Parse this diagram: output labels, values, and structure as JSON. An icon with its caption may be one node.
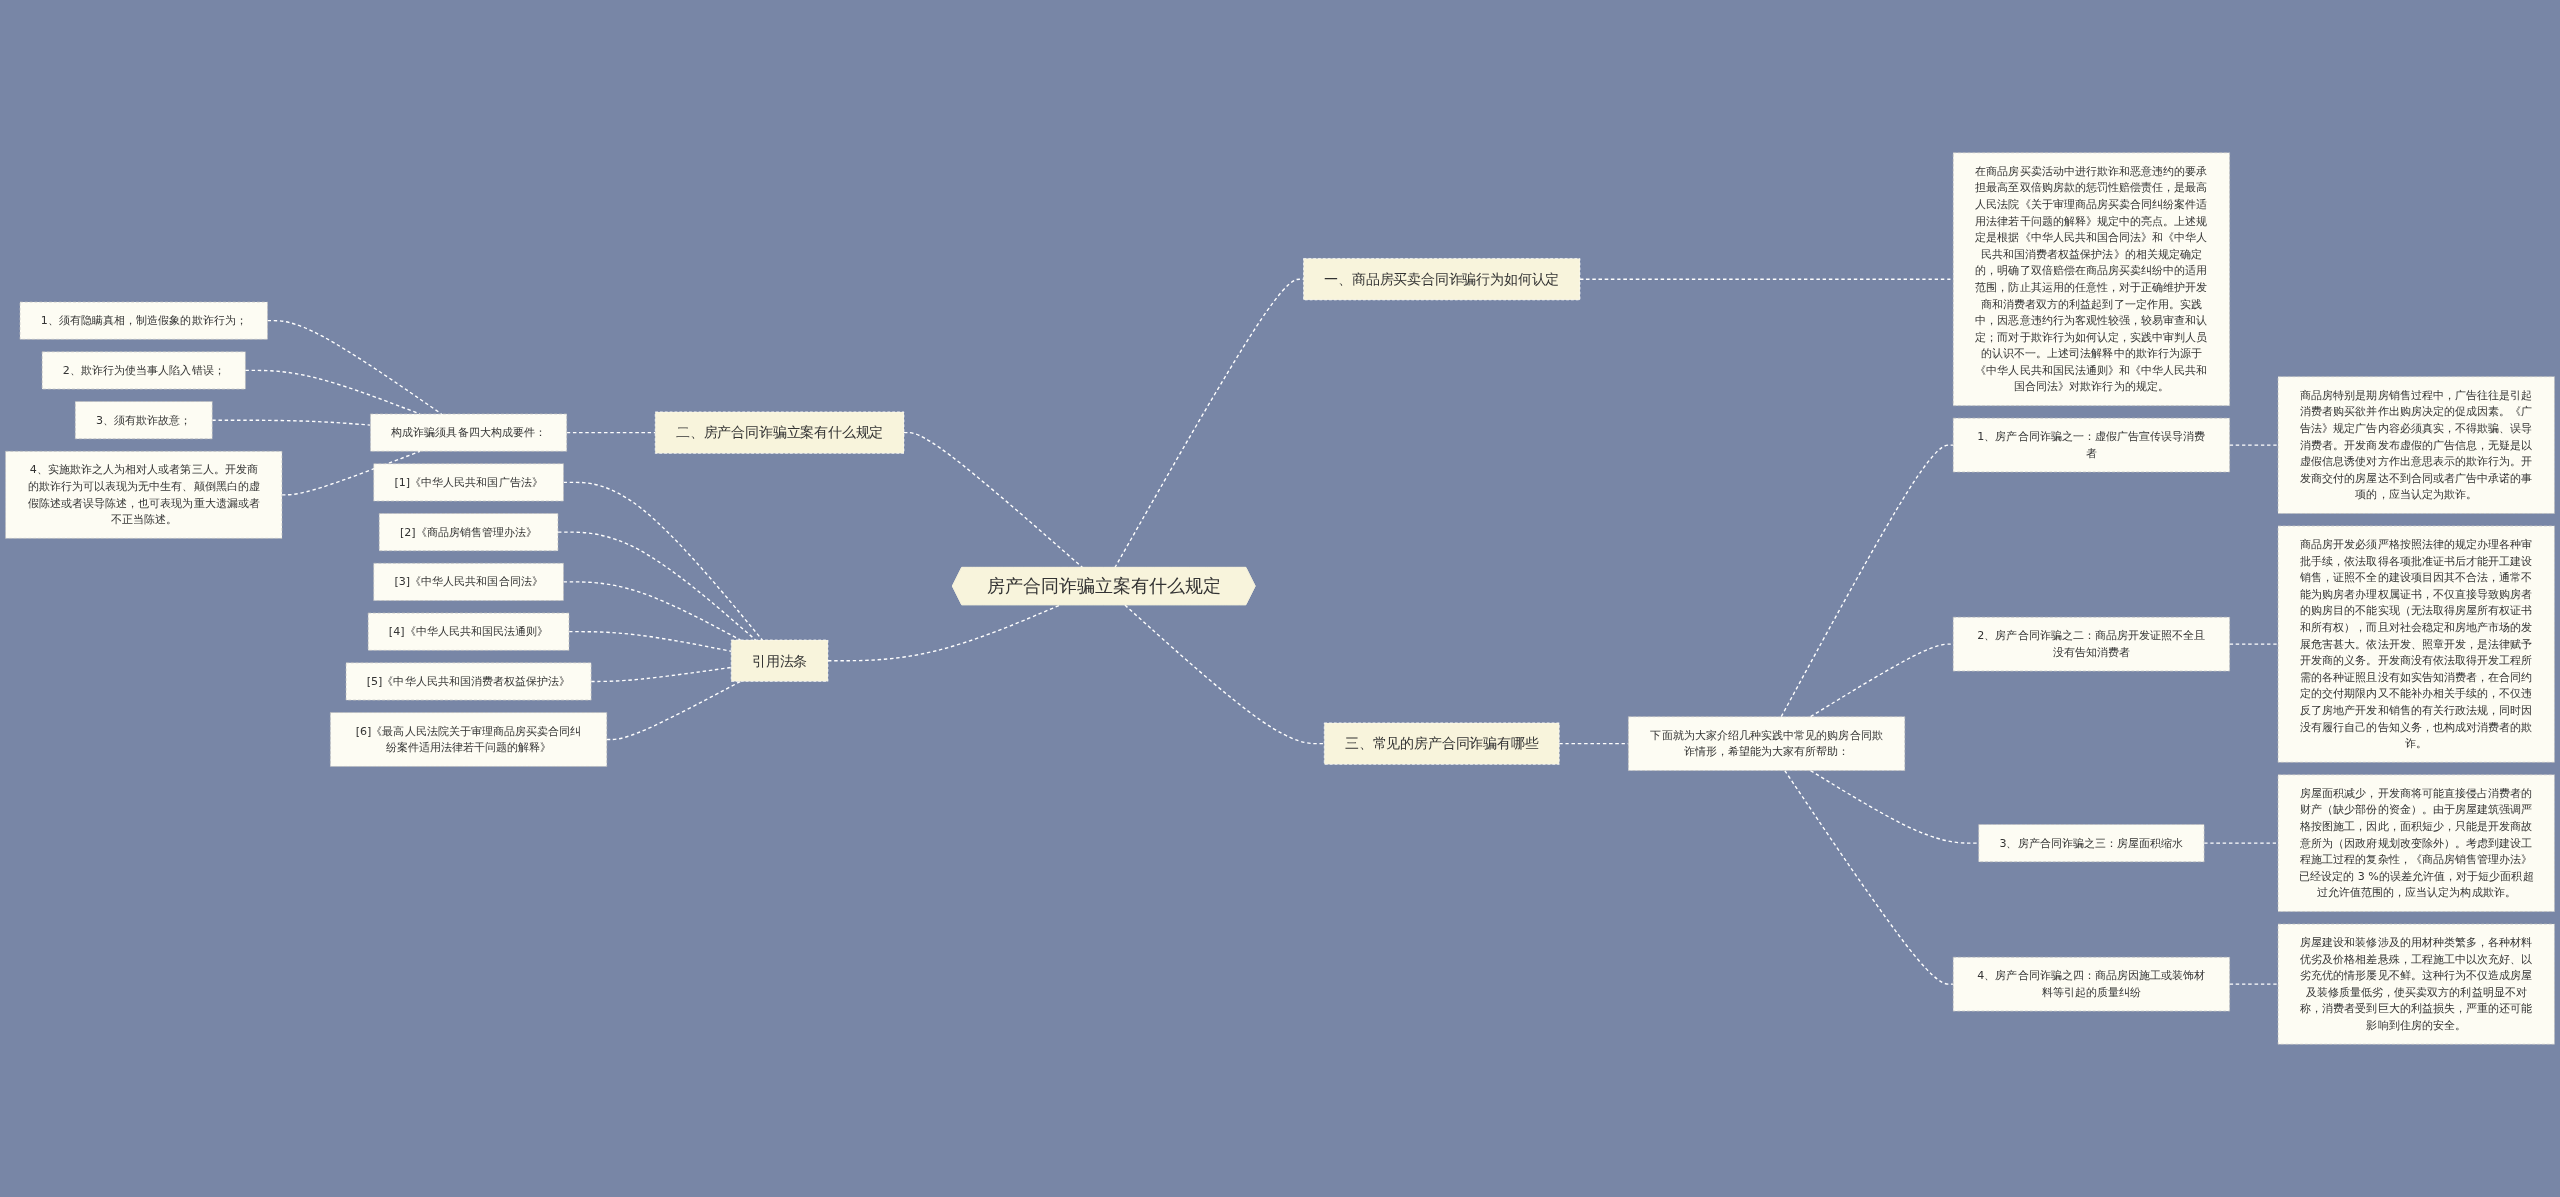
{
  "diagram": {
    "nodes": [
      {
        "text": [
          "房产合同诈骗立案有什么规定"
        ]
      },
      {
        "text": [
          "一、商品房买卖合同诈骗行为如何认定"
        ]
      },
      {
        "text": [
          "在商品房买卖活动中进行欺诈和恶意违约的要承担最高至双倍购房款的惩罚性赔偿责任，是最高人民法院《关于审理商品房买卖合同纠纷案件适用法律若干问题的解释》规定中的亮点。上述规定是根据《中华人民共和国合同法》和《中华人民共和国消费者权益保护法》的相关规定确定的，明确了双倍赔偿在商品房买卖纠纷中的适用范围，防止其运用的任意性，对于正确维护开发商和消费者双方的利益起到了一定作用。实践中，因恶意违约行为客观性较强，较易审查和认定；而对于欺诈行为如何认定，实践中审判人员的认识不一。上述司法解释中的欺诈行为源于《中华人民共和国民法通则》和《中华人民共和国合同法》对欺诈行为的规定。"
        ]
      },
      {
        "text": [
          "二、房产合同诈骗立案有什么规定"
        ]
      },
      {
        "text": [
          "构成诈骗须具备四大构成要件："
        ]
      },
      {
        "text": [
          "1、须有隐瞒真相，制造假象的欺诈行为；"
        ]
      },
      {
        "text": [
          "2、欺诈行为使当事人陷入错误；"
        ]
      },
      {
        "text": [
          "3、须有欺诈故意；"
        ]
      },
      {
        "text": [
          "4、实施欺诈之人为相对人或者第三人。开发商的欺诈行为可以表现为无中生有、颠倒黑白的虚假陈述或者误导陈述，也可表现为重大遗漏或者不正当陈述。"
        ]
      },
      {
        "text": [
          "引用法条"
        ]
      },
      {
        "text": [
          "[1]《中华人民共和国广告法》"
        ]
      },
      {
        "text": [
          "[2]《商品房销售管理办法》"
        ]
      },
      {
        "text": [
          "[3]《中华人民共和国合同法》"
        ]
      },
      {
        "text": [
          "[4]《中华人民共和国民法通则》"
        ]
      },
      {
        "text": [
          "[5]《中华人民共和国消费者权益保护法》"
        ]
      },
      {
        "text": [
          "[6]《最高人民法院关于审理商品房买卖合同纠纷案件适用法律若干问题的解释》"
        ]
      },
      {
        "text": [
          "三、常见的房产合同诈骗有哪些"
        ]
      },
      {
        "text": [
          "下面就为大家介绍几种实践中常见的购房合同欺诈情形，希望能为大家有所帮助："
        ]
      },
      {
        "text": [
          "1、房产合同诈骗之一：虚假广告宣传误导消费者"
        ]
      },
      {
        "text": [
          "商品房特别是期房销售过程中，广告往往是引起消费者购买欲并作出购房决定的促成因素。《广告法》规定广告内容必须真实，不得欺骗、误导消费者。开发商发布虚假的广告信息，无疑是以虚假信息诱使对方作出意思表示的欺诈行为。开发商交付的房屋达不到合同或者广告中承诺的事项的，应当认定为欺诈。"
        ]
      },
      {
        "text": [
          "2、房产合同诈骗之二：商品房开发证照不全且没有告知消费者"
        ]
      },
      {
        "text": [
          "商品房开发必须严格按照法律的规定办理各种审批手续，依法取得各项批准证书后才能开工建设销售，证照不全的建设项目因其不合法，通常不能为购房者办理权属证书，不仅直接导致购房者的购房目的不能实现（无法取得房屋所有权证书和所有权），而且对社会稳定和房地产市场的发展危害甚大。依法开发、照章开发，是法律赋予开发商的义务。开发商没有依法取得开发工程所需的各种证照且没有如实告知消费者，在合同约定的交付期限内又不能补办相关手续的，不仅违反了房地产开发和销售的有关行政法规，同时因没有履行自己的告知义务，也构成对消费者的欺诈。"
        ]
      },
      {
        "text": [
          "3、房产合同诈骗之三：房屋面积缩水"
        ]
      },
      {
        "text": [
          "房屋面积减少，开发商将可能直接侵占消费者的财产（缺少部份的资金）。由于房屋建筑强调严格按图施工，因此，面积短少，只能是开发商故意所为（因政府规划改变除外）。考虑到建设工程施工过程的复杂性，《商品房销售管理办法》已经设定的 3 %的误差允许值，对于短少面积超过允许值范围的，应当认定为构成欺诈。"
        ]
      },
      {
        "text": [
          "4、房产合同诈骗之四：商品房因施工或装饰材料等引起的质量纠纷"
        ]
      },
      {
        "text": [
          "房屋建设和装修涉及的用材种类繁多，各种材料优劣及价格相差悬殊，工程施工中以次充好、以劣充优的情形屡见不鲜。这种行为不仅造成房屋及装修质量低劣，使买卖双方的利益明显不对称，消费者受到巨大的利益损失，严重的还可能影响到住房的安全。"
        ]
      }
    ],
    "edges": [
      {
        "from": 0,
        "to": 1,
        "arrow": "none",
        "style": "dashed"
      },
      {
        "from": 1,
        "to": 2,
        "arrow": "none",
        "style": "dashed"
      },
      {
        "from": 3,
        "to": 0,
        "arrow": "none",
        "style": "dashed"
      },
      {
        "from": 4,
        "to": 3,
        "arrow": "none",
        "style": "dashed"
      },
      {
        "from": 5,
        "to": 4,
        "arrow": "none",
        "style": "dashed"
      },
      {
        "from": 6,
        "to": 4,
        "arrow": "none",
        "style": "dashed"
      },
      {
        "from": 7,
        "to": 4,
        "arrow": "none",
        "style": "dashed"
      },
      {
        "from": 8,
        "to": 4,
        "arrow": "none",
        "style": "dashed"
      },
      {
        "from": 9,
        "to": 0,
        "arrow": "none",
        "style": "dashed"
      },
      {
        "from": 10,
        "to": 9,
        "arrow": "none",
        "style": "dashed"
      },
      {
        "from": 11,
        "to": 9,
        "arrow": "none",
        "style": "dashed"
      },
      {
        "from": 12,
        "to": 9,
        "arrow": "none",
        "style": "dashed"
      },
      {
        "from": 13,
        "to": 9,
        "arrow": "none",
        "style": "dashed"
      },
      {
        "from": 14,
        "to": 9,
        "arrow": "none",
        "style": "dashed"
      },
      {
        "from": 15,
        "to": 9,
        "arrow": "none",
        "style": "dashed"
      },
      {
        "from": 0,
        "to": 16,
        "arrow": "none",
        "style": "dashed"
      },
      {
        "from": 16,
        "to": 17,
        "arrow": "none",
        "style": "dashed"
      },
      {
        "from": 17,
        "to": 18,
        "arrow": "none",
        "style": "dashed"
      },
      {
        "from": 18,
        "to": 19,
        "arrow": "none",
        "style": "dashed"
      },
      {
        "from": 17,
        "to": 20,
        "arrow": "none",
        "style": "dashed"
      },
      {
        "from": 20,
        "to": 21,
        "arrow": "none",
        "style": "dashed"
      },
      {
        "from": 17,
        "to": 22,
        "arrow": "none",
        "style": "dashed"
      },
      {
        "from": 22,
        "to": 23,
        "arrow": "none",
        "style": "dashed"
      },
      {
        "from": 17,
        "to": 24,
        "arrow": "none",
        "style": "dashed"
      },
      {
        "from": 24,
        "to": 25,
        "arrow": "none",
        "style": "dashed"
      }
    ]
  }
}
